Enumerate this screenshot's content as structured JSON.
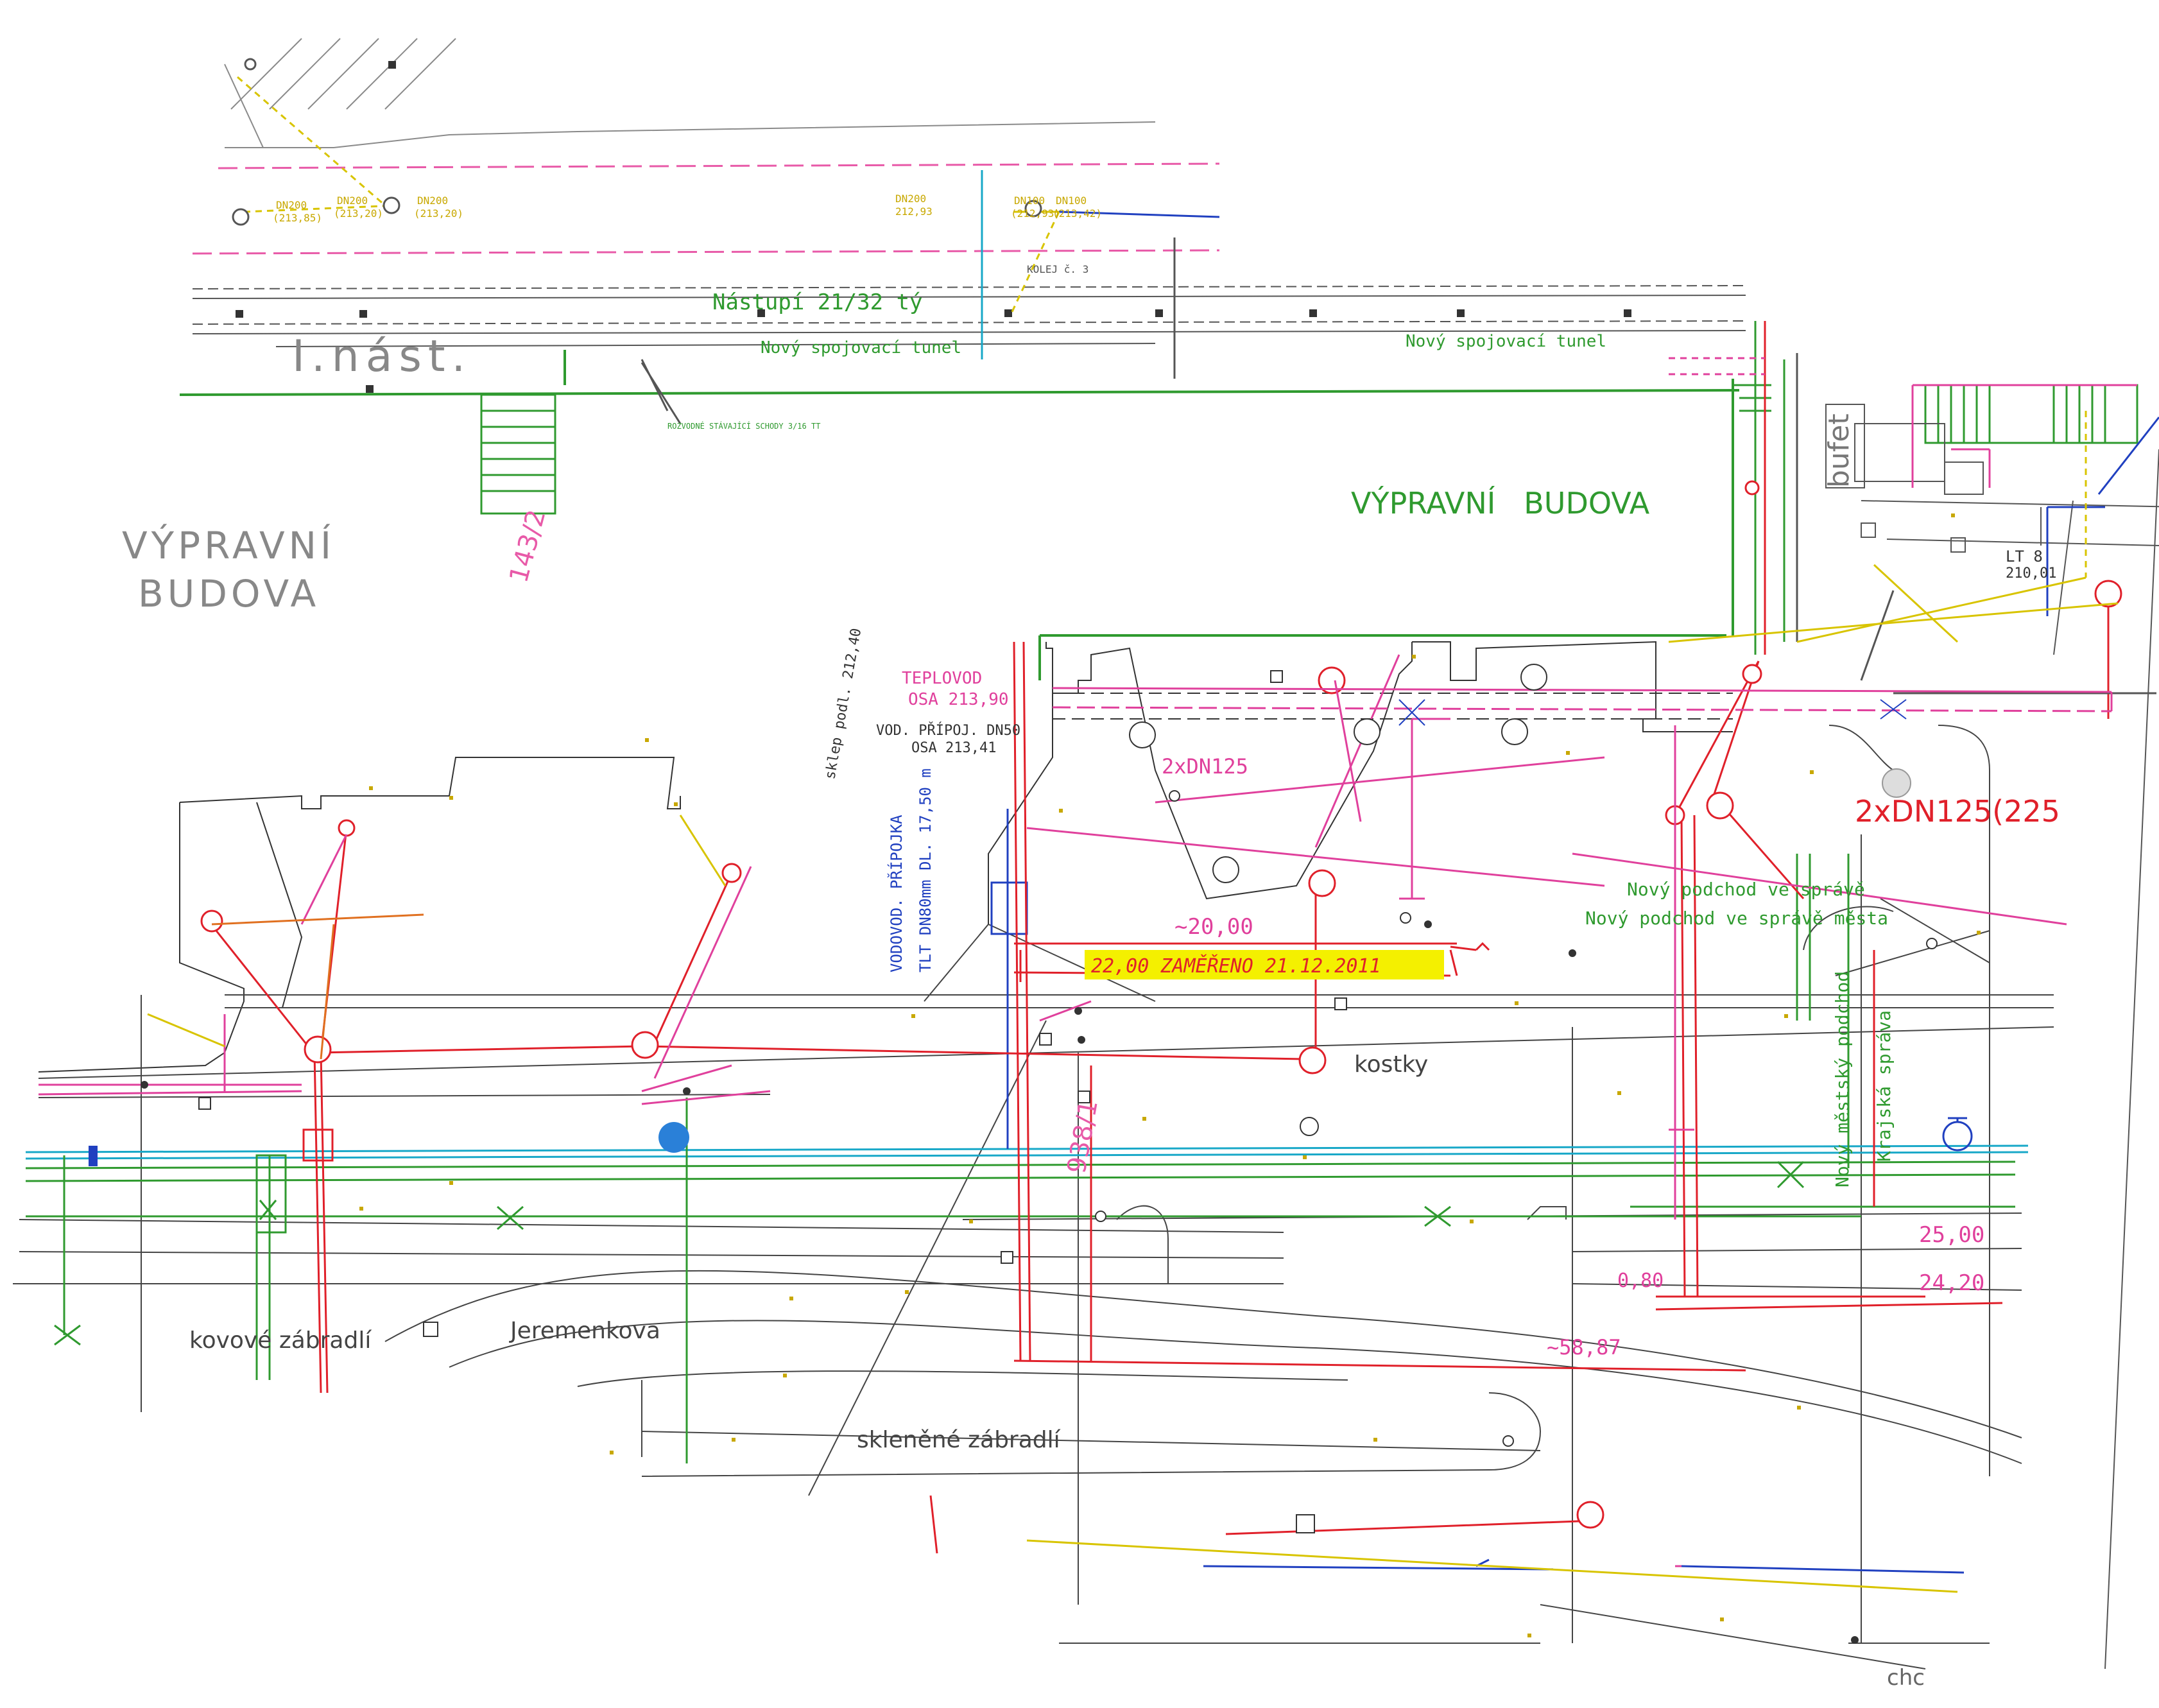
{
  "colors": {
    "black": "#3a3a3a",
    "green": "#2f9a2f",
    "red": "#e0202a",
    "magenta": "#e0409c",
    "pink": "#e85aa8",
    "blue": "#2040c0",
    "cyan": "#18a8c8",
    "yellow": "#d8c400",
    "orange": "#e07020",
    "gray": "#8a8a8a",
    "highlight": "#f4f000"
  },
  "labels": {
    "platform_1": "I.nást.",
    "platforms": "Nástupí 21/32 tý",
    "new_tunnel_1": "Nový spojovací tunel",
    "new_tunnel_2": "Nový spojovací tunel",
    "station_building_left_1": "VÝPRAVNÍ",
    "station_building_left_2": "BUDOVA",
    "station_building_right": "VÝPRAVNÍ   BUDOVA",
    "parcel_1432": "143/2",
    "parcel_9381": "938/1",
    "bufet": "bufet",
    "teplovod": "TEPLOVOD",
    "teplovod_osa": "OSA 213,90",
    "vod_pripoj": "VOD. PŘÍPOJ. DN50",
    "vod_pripoj_osa": "OSA 213,41",
    "sklep": "sklep podl. 212,40",
    "vodovod_1": "VODOVOD. PŘÍPOJKA",
    "vodovod_2": "TLT DN80mm  DL. 17,50 m",
    "dn125_a": "2xDN125",
    "dn125_b": "2xDN125(225",
    "dim_2000": "~20,00",
    "dim_2200": "22,00  ZAMĚŘENO 21.12.2011",
    "dim_5887": "~58,87",
    "dim_080": "0,80",
    "dim_2500": "25,00",
    "dim_2420": "24,20",
    "kostky": "kostky",
    "new_underpass_1": "Nový podchod ve správě",
    "new_underpass_2": "Nový podchod ve správě města",
    "new_underpass_vert": "Nový městský podchod",
    "regional_admin": "Krajská správa",
    "kovove_zabradli": "kovové zábradlí",
    "jeremenkova": "Jeremenkova",
    "sklenene_zabradli": "skleněné zábradlí",
    "lt_label": "LT 8",
    "lt_value": "210,01",
    "signature": "chc",
    "dn200_1": "DN200",
    "dn200_1_val": "(213,85)",
    "dn200_2": "DN200",
    "dn200_2_val": "(213,20)",
    "dn200_3": "DN200",
    "dn200_3_val": "(213,20)",
    "dn200_4": "DN200",
    "dn200_4_val": "212,93",
    "dn100_5": "DN100",
    "dn100_5_val": "(212,93)",
    "dn100_6": "DN100",
    "dn100_6_val": "(213,42)",
    "kolej": "KOLEJ č. 3",
    "stavajici_schody": "ROZVODNÉ STÁVAJÍCÍ SCHODY 3/16 TT"
  }
}
